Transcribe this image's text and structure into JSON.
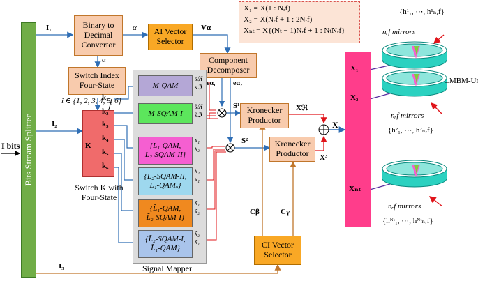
{
  "inputs": {
    "i_bits": "I bits",
    "i1": "I₁",
    "i2": "I₂",
    "i3": "I₃"
  },
  "blocks": {
    "splitter": "Bits Stream Splitter",
    "binary_decimal": "Binary to Decimal Convertor",
    "ai_vector": "AI Vector Selector",
    "component_decomposer": "Component Decomposer",
    "switch_index": "Switch Index Four-State",
    "switch_k_label": "Switch K with Four-State",
    "switch_k_center": "K",
    "kron1": "Kronecker Productor",
    "kron2": "Kronecker Productor",
    "ci_vector": "CI Vector Selector",
    "signal_mapper": "Signal Mapper"
  },
  "index_set": "i ∈ {1, 2, 3, 4, 5, 6}",
  "switch_outputs": [
    "k₁",
    "k₂",
    "k₃",
    "k₄",
    "k₅",
    "k₆"
  ],
  "mod_blocks": [
    {
      "line1": "M-QAM",
      "line2": ""
    },
    {
      "line1": "M-SQAM-I",
      "line2": ""
    },
    {
      "line1": "{L₁-QAM,",
      "line2": "L₂-SQAM-II}"
    },
    {
      "line1": "{L₂-SQAM-II,",
      "line2": "L₁-QAMₒ}"
    },
    {
      "line1": "{L̃₁-QAM,",
      "line2": "L̃₂-SQAM-I}"
    },
    {
      "line1": "{L̃₂-SQAM-I,",
      "line2": "L̃₁-QAM}"
    }
  ],
  "mapper_outputs": [
    "sℜ",
    "sℑ",
    "s̃ℜ",
    "s̃ℑ",
    "x₁",
    "x₂",
    "x₂",
    "x₁",
    "x̃₁",
    "x̃₂",
    "x̃₂",
    "x̃₁"
  ],
  "signals": {
    "alpha1": "α",
    "alpha2": "α",
    "v_alpha": "Vα",
    "e_alpha1": "eα₁",
    "e_alpha2": "eα₂",
    "s1": "S¹",
    "s2": "S²",
    "xr": "Xℜ",
    "x3": "X³",
    "x": "X",
    "c_beta": "Cβ",
    "c_gamma": "Cγ"
  },
  "equations": [
    "X₁ = X(1 : Nᵣf)",
    "X₂ = X(Nᵣf + 1 : 2Nᵣf)",
    "Xₙₜ = X{(Nₜ − 1)Nᵣf + 1 : NₜNᵣf}"
  ],
  "x_outputs": [
    "X₁",
    "X₂",
    "Xₙₜ"
  ],
  "mirrors": {
    "top_set": "{h¹₁, ⋯, h¹ₙᵣf}",
    "top_label": "nᵣf mirrors",
    "mbm_unit": "MBM-Unit",
    "mid_label": "nᵣf mirrors",
    "mid_set": "{h²₁, ⋯, h²ₙᵣf}",
    "bot_label": "nᵣf mirrors",
    "bot_set": "{hᴺᵗ₁, ⋯, hᴺᵗₙᵣf}"
  },
  "colors": {
    "peach": "#f8cbad",
    "orange_box": "#f9a825",
    "pink": "#ff3d8b",
    "mapper_bg": "#dcdcdc",
    "mqam": "#b4a7d6",
    "sqam": "#5ce65c",
    "l1": "#f55fd1",
    "l2": "#9ed8ee",
    "l3": "#f0891f",
    "l4": "#a9c4eb",
    "splitter": "#70ad47",
    "blue_line": "#2f6eb5",
    "red_line": "#e0141a",
    "brown_line": "#c0762b",
    "teal": "#2bd1c0"
  }
}
